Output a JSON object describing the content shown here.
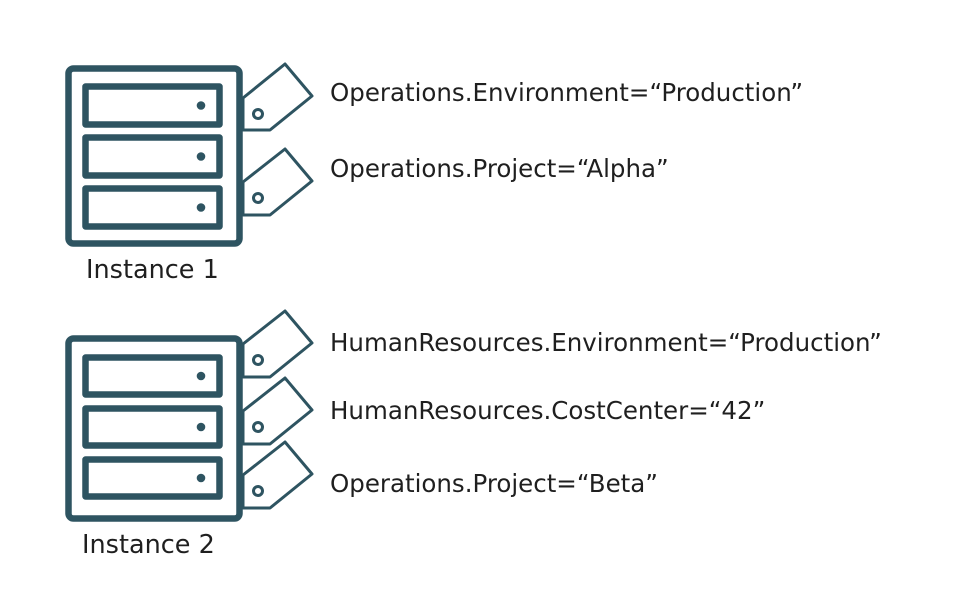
{
  "colors": {
    "stroke": "#2e5461",
    "text": "#1f1f1f",
    "background": "#ffffff"
  },
  "instances": [
    {
      "label": "Instance 1",
      "icon": "server-icon",
      "tags": [
        "Operations.Environment=“Production”",
        "Operations.Project=“Alpha”"
      ]
    },
    {
      "label": "Instance 2",
      "icon": "server-icon",
      "tags": [
        "HumanResources.Environment=“Production”",
        "HumanResources.CostCenter=“42”",
        "Operations.Project=“Beta”"
      ]
    }
  ]
}
